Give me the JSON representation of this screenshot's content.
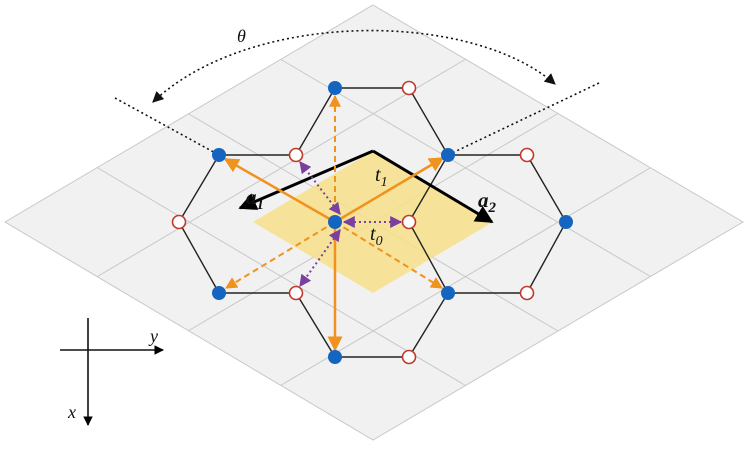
{
  "labels": {
    "theta": "θ",
    "a1_main": "a",
    "a1_sub": "1",
    "a2_main": "a",
    "a2_sub": "2",
    "t1_main": "t",
    "t1_sub": "1",
    "t0_main": "t",
    "t0_sub": "0",
    "axis_x": "x",
    "axis_y": "y"
  },
  "colors": {
    "grid_fill": "#f1f1f1",
    "grid_line": "#c8c8c8",
    "unit_cell_fill": "#f7e08a",
    "bond": "#222222",
    "site_a": "#1565c0",
    "site_b_stroke": "#c0392b",
    "hop_t1": "#f0921e",
    "hop_t0": "#7b3fa0",
    "lattice_vector": "#000000"
  }
}
